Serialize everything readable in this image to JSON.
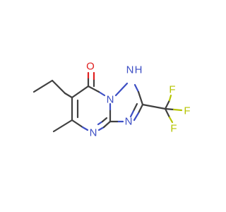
{
  "molecule": {
    "atoms": {
      "O": "O",
      "N_H": "N",
      "H": "H",
      "N_ring_fused": "N",
      "N_pyrimidine": "N",
      "N_triazole": "N",
      "F1": "F",
      "F2": "F",
      "F3": "F"
    },
    "colors": {
      "carbon_bond": "#404040",
      "nitrogen": "#3d4fc4",
      "oxygen": "#e02020",
      "fluorine": "#b5c400"
    }
  }
}
